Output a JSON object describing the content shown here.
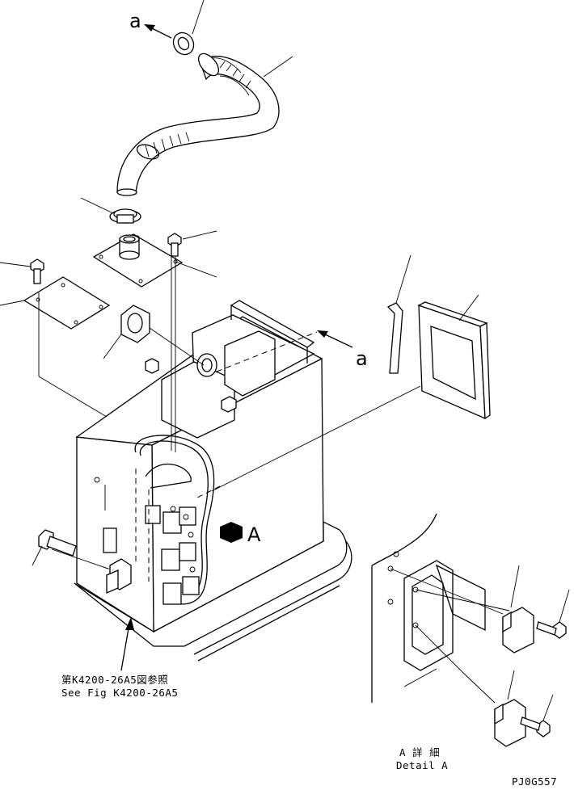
{
  "callouts": {
    "view_a_top": "a",
    "view_a_right": "a",
    "view_A": "A"
  },
  "reference_note": {
    "jp": "第K4200-26A5図参照",
    "en": "See Fig K4200-26A5"
  },
  "detail_caption": {
    "jp": "A 詳 細",
    "en": "Detail A"
  },
  "drawing_id": "PJ0G557"
}
